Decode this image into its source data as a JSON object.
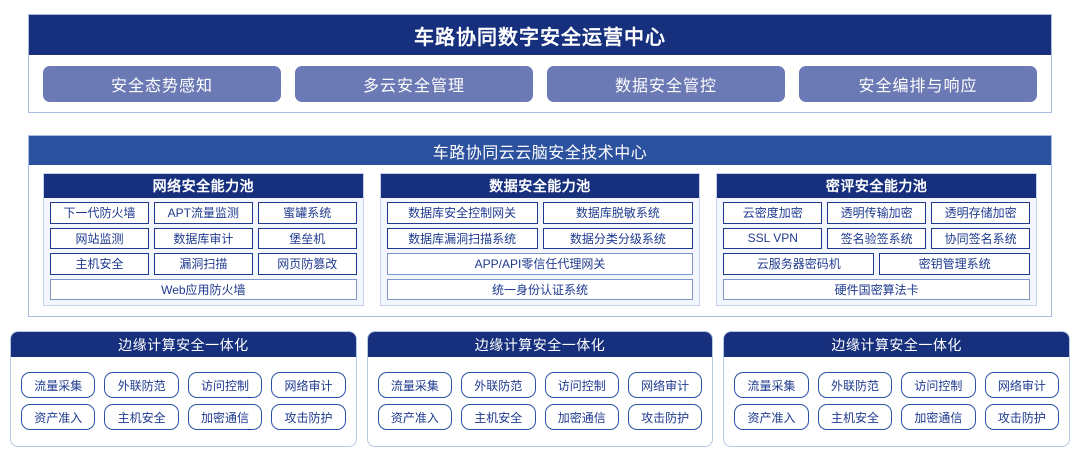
{
  "operation_center": {
    "title": "车路协同数字安全运营中心",
    "buttons": [
      "安全态势感知",
      "多云安全管理",
      "数据安全管控",
      "安全编排与响应"
    ]
  },
  "tech_center": {
    "title": "车路协同云云脑安全技术中心",
    "pools": [
      {
        "title": "网络安全能力池",
        "rows": [
          [
            "下一代防火墙",
            "APT流量监测",
            "蜜罐系统"
          ],
          [
            "网站监测",
            "数据库审计",
            "堡垒机"
          ],
          [
            "主机安全",
            "漏洞扫描",
            "网页防篡改"
          ],
          [
            "Web应用防火墙"
          ]
        ]
      },
      {
        "title": "数据安全能力池",
        "rows": [
          [
            "数据库安全控制网关",
            "数据库脱敏系统"
          ],
          [
            "数据库漏洞扫描系统",
            "数据分类分级系统"
          ],
          [
            "APP/API零信任代理网关"
          ],
          [
            "统一身份认证系统"
          ]
        ]
      },
      {
        "title": "密评安全能力池",
        "rows": [
          [
            "云密度加密",
            "透明传输加密",
            "透明存储加密"
          ],
          [
            "SSL VPN",
            "签名验签系统",
            "协同签名系统"
          ],
          [
            "云服务器密码机",
            "密钥管理系统"
          ],
          [
            "硬件国密算法卡"
          ]
        ]
      }
    ]
  },
  "edge_boxes": [
    {
      "title": "边缘计算安全一体化",
      "rows": [
        [
          "流量采集",
          "外联防范",
          "访问控制",
          "网络审计"
        ],
        [
          "资产准入",
          "主机安全",
          "加密通信",
          "攻击防护"
        ]
      ]
    },
    {
      "title": "边缘计算安全一体化",
      "rows": [
        [
          "流量采集",
          "外联防范",
          "访问控制",
          "网络审计"
        ],
        [
          "资产准入",
          "主机安全",
          "加密通信",
          "攻击防护"
        ]
      ]
    },
    {
      "title": "边缘计算安全一体化",
      "rows": [
        [
          "流量采集",
          "外联防范",
          "访问控制",
          "网络审计"
        ],
        [
          "资产准入",
          "主机安全",
          "加密通信",
          "攻击防护"
        ]
      ]
    }
  ],
  "colors": {
    "navy": "#17307e",
    "blue": "#2c519f",
    "slate_button": "#6b7ab5",
    "cell_border": "#1e3a8f",
    "pool_bg": "#f3f6fc",
    "panel_border": "#a8bcdd"
  }
}
